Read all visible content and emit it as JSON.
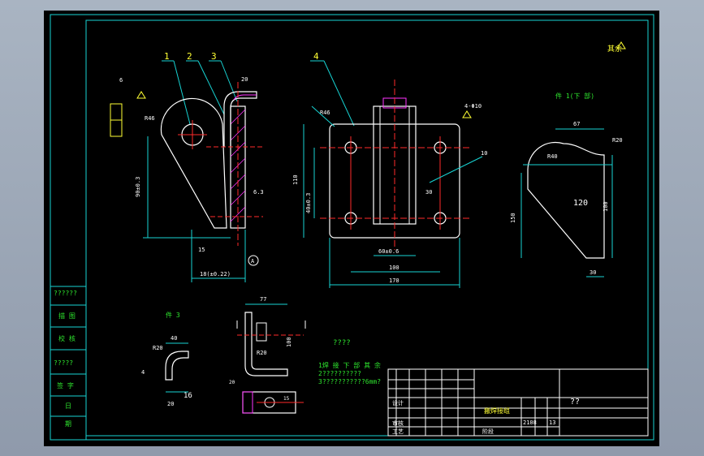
{
  "drawing": {
    "balloons": [
      "1",
      "2",
      "3",
      "4"
    ],
    "roughness_note": "其余",
    "dims_view1": {
      "r_label": "R46",
      "height": "90±0.3",
      "bottom": "15",
      "width": "18(±0.22)",
      "weld_symbol": "6",
      "top_w": "20",
      "rough_small": "6.3"
    },
    "dims_view2": {
      "top_left": "R46",
      "height_left": "110",
      "height_small": "40±0.3",
      "bottom_inner": "60±0.6",
      "bottom_mid": "100",
      "bottom_total": "170",
      "right_label": "30",
      "note_hole": "4-Φ10",
      "weld": "10"
    },
    "view_a": {
      "label": "件 1(下 部)",
      "top_dim": "67",
      "radius": "R40",
      "center_label": "120",
      "left_h": "150",
      "right_h": "100",
      "bottom_w": "30",
      "r_small": "R20"
    },
    "view_b": {
      "label": "件 3",
      "top": "40",
      "r": "R20",
      "left": "4",
      "bottom": "20",
      "side": "16"
    },
    "view_c": {
      "top": "77",
      "right": "100",
      "inner": "R20",
      "left_w": "20",
      "bottom": "15"
    },
    "tech_notes": {
      "heading": "????",
      "items": [
        "1焊 接 下 部 其 余",
        "2??????????",
        "3???????????6mm?"
      ]
    },
    "left_column": [
      "??????",
      "描 图",
      "校 核",
      "?????",
      "签 字",
      "日",
      "期"
    ],
    "title_block": {
      "part_name": "搬焊接组",
      "code": "2108",
      "scale": "13",
      "right_name": "??",
      "row_labels": [
        "设计",
        "审核",
        "工艺"
      ],
      "mark": "阶段"
    }
  },
  "colors": {
    "border": "#17d3d3",
    "main": "#ffffff",
    "green": "#2ee62e",
    "red": "#ff2a2a",
    "magenta": "#ff33ff",
    "yellow": "#ffff33"
  }
}
